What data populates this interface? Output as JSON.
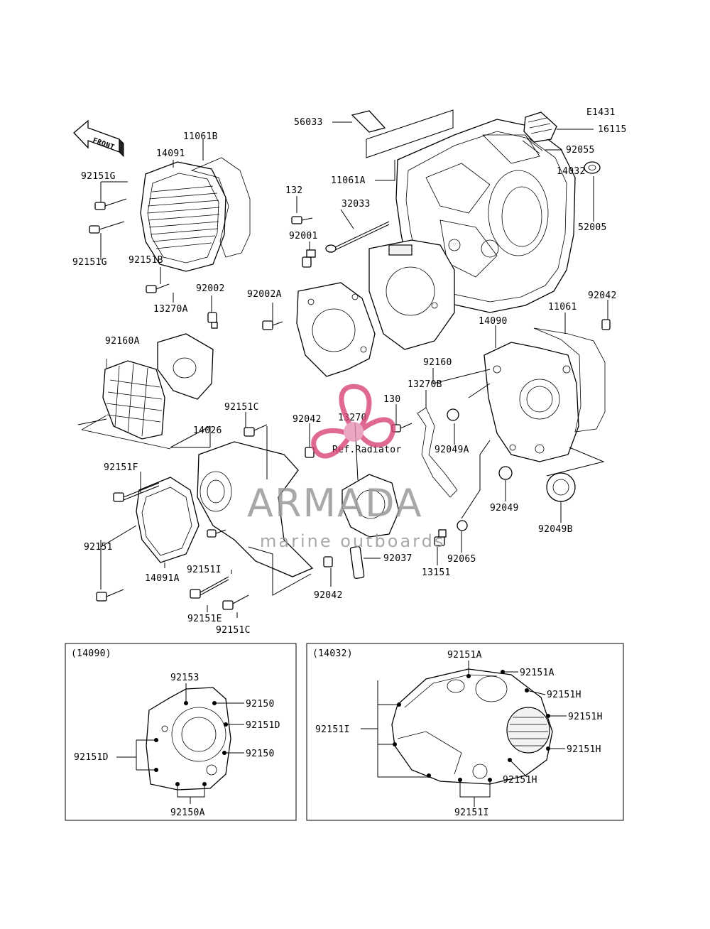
{
  "diagram": {
    "code": "E1431",
    "front_label": "FRONT",
    "ref_label": "Ref.Radiator",
    "labels": {
      "p56033": "56033",
      "p16115": "16115",
      "p92055": "92055",
      "p14032": "14032",
      "p11061A": "11061A",
      "p52005": "52005",
      "p132": "132",
      "p32033": "32033",
      "p92001": "92001",
      "p11061B": "11061B",
      "p14091": "14091",
      "p92151G_a": "92151G",
      "p92151G_b": "92151G",
      "p92151B": "92151B",
      "p13270A": "13270A",
      "p92002": "92002",
      "p92002A": "92002A",
      "p92042_a": "92042",
      "p11061": "11061",
      "p14090": "14090",
      "p92160A": "92160A",
      "p92160": "92160",
      "p13270B": "13270B",
      "p130": "130",
      "p13270": "13270",
      "p92042_b": "92042",
      "p92151C_a": "92151C",
      "p14026": "14026",
      "p92049A": "92049A",
      "p92151F": "92151F",
      "p92049": "92049",
      "p92049B": "92049B",
      "p92151": "92151",
      "p92037": "92037",
      "p92065": "92065",
      "p14091A": "14091A",
      "p92151I": "92151I",
      "p13151": "13151",
      "p92042_c": "92042",
      "p92151E": "92151E",
      "p92151C_b": "92151C"
    }
  },
  "inset_left": {
    "title": "(14090)",
    "labels": {
      "a": "92153",
      "b": "92150",
      "c": "92151D",
      "d": "92150",
      "e": "92151D",
      "f": "92150A"
    }
  },
  "inset_right": {
    "title": "(14032)",
    "labels": {
      "a": "92151A",
      "b": "92151A",
      "c": "92151H",
      "d": "92151H",
      "e": "92151I",
      "f": "92151H",
      "g": "92151H",
      "h": "92151I"
    }
  },
  "watermark": {
    "brand": "ARMADA",
    "tagline": "marine outboards",
    "logo_color": "#d9447a"
  }
}
